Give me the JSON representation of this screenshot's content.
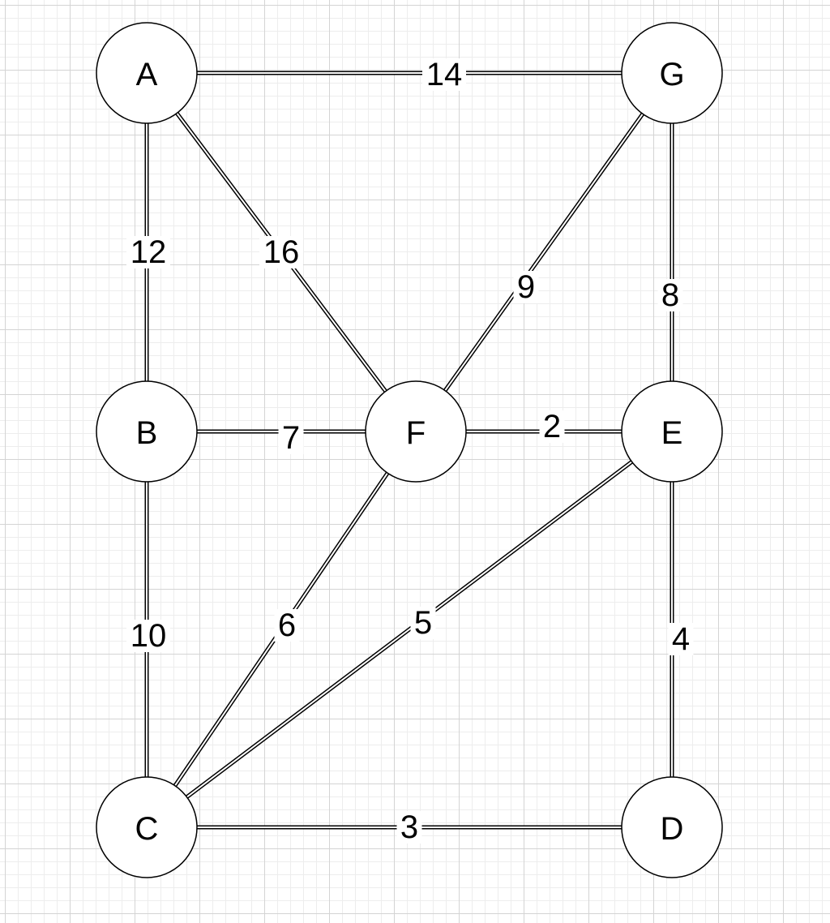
{
  "graph": {
    "nodes": [
      {
        "id": "A",
        "label": "A"
      },
      {
        "id": "B",
        "label": "B"
      },
      {
        "id": "C",
        "label": "C"
      },
      {
        "id": "D",
        "label": "D"
      },
      {
        "id": "E",
        "label": "E"
      },
      {
        "id": "F",
        "label": "F"
      },
      {
        "id": "G",
        "label": "G"
      }
    ],
    "edges": [
      {
        "from": "A",
        "to": "G",
        "weight": "14"
      },
      {
        "from": "A",
        "to": "B",
        "weight": "12"
      },
      {
        "from": "A",
        "to": "F",
        "weight": "16"
      },
      {
        "from": "G",
        "to": "F",
        "weight": "9"
      },
      {
        "from": "G",
        "to": "E",
        "weight": "8"
      },
      {
        "from": "B",
        "to": "F",
        "weight": "7"
      },
      {
        "from": "F",
        "to": "E",
        "weight": "2"
      },
      {
        "from": "B",
        "to": "C",
        "weight": "10"
      },
      {
        "from": "F",
        "to": "C",
        "weight": "6"
      },
      {
        "from": "E",
        "to": "C",
        "weight": "5"
      },
      {
        "from": "E",
        "to": "D",
        "weight": "4"
      },
      {
        "from": "C",
        "to": "D",
        "weight": "3"
      }
    ]
  }
}
